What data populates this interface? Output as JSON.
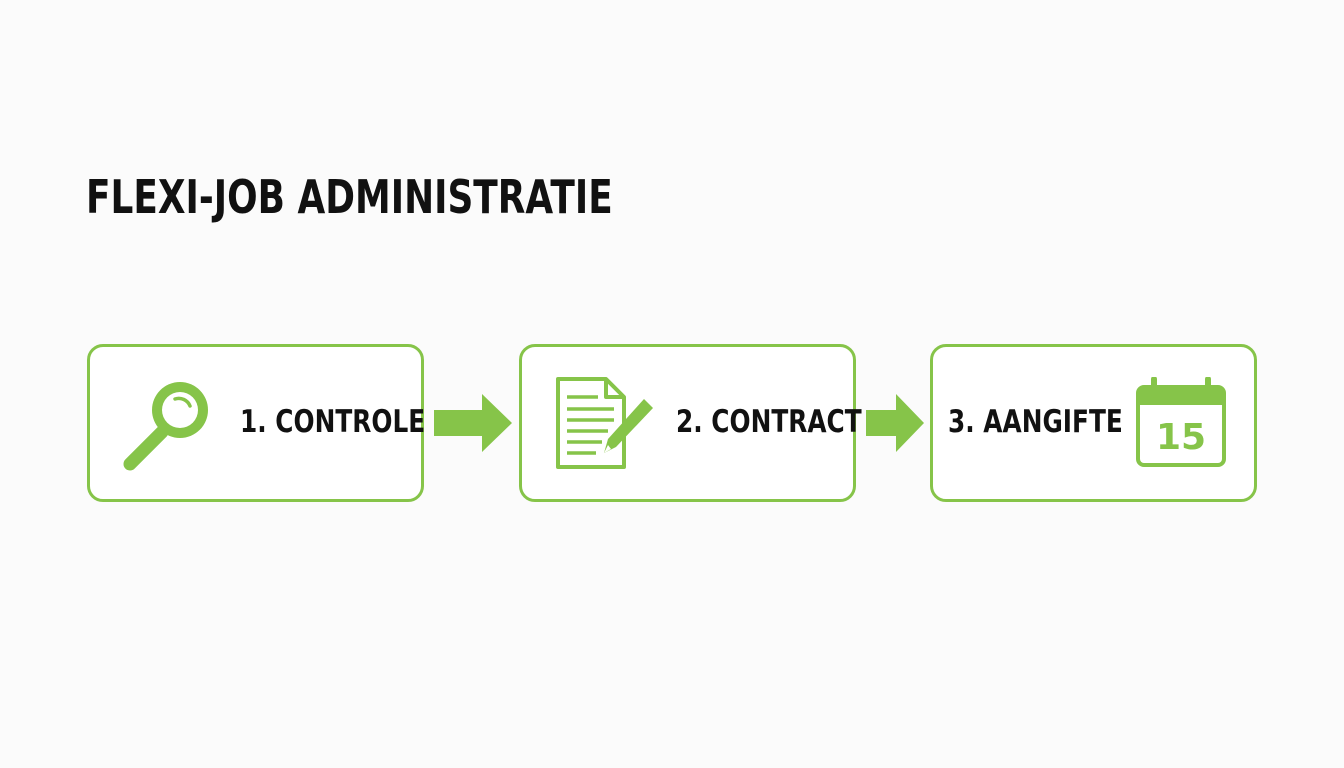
{
  "title": "FLEXI-JOB ADMINISTRATIE",
  "accent_color": "#86c449",
  "steps": [
    {
      "label": "1. CONTROLE",
      "icon": "magnifier-icon"
    },
    {
      "label": "2. CONTRACT",
      "icon": "document-pen-icon"
    },
    {
      "label": "3. AANGIFTE",
      "icon": "calendar-icon",
      "icon_text": "15"
    }
  ]
}
